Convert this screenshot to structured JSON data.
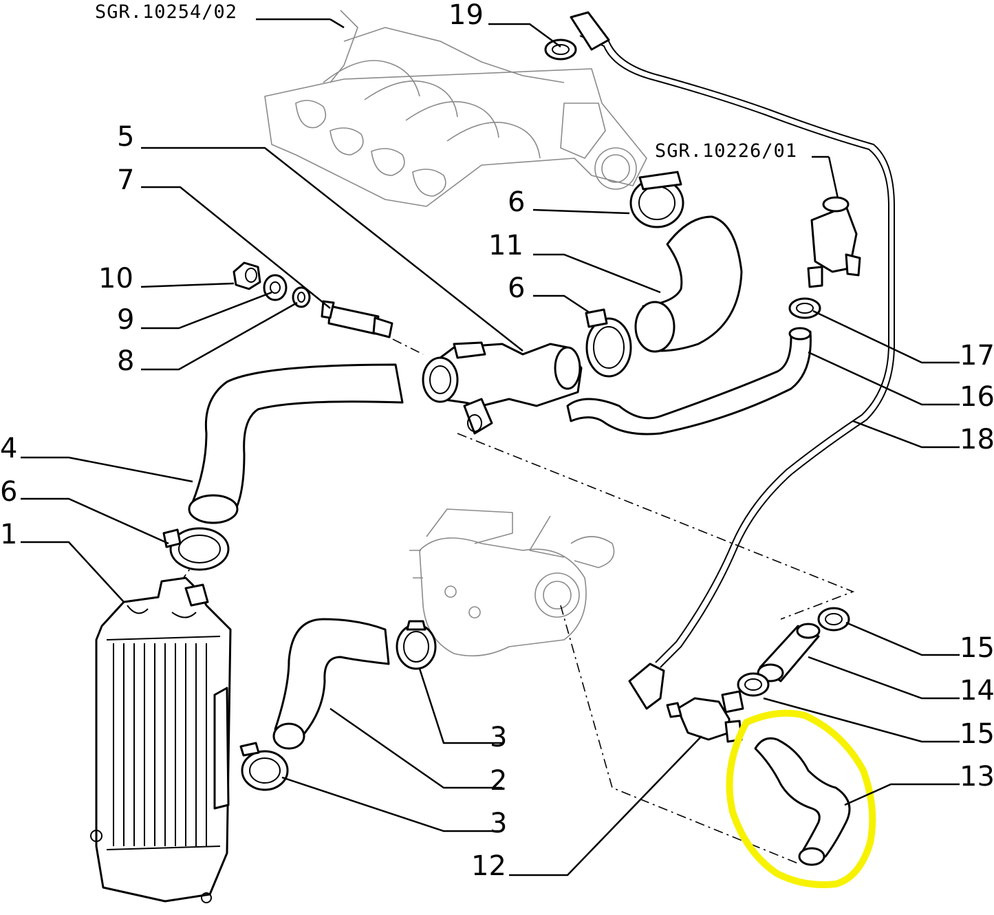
{
  "references": {
    "manifold": "SGR.10254/02",
    "valve": "SGR.10226/01"
  },
  "callouts": {
    "c1": "1",
    "c2": "2",
    "c3a": "3",
    "c3b": "3",
    "c4": "4",
    "c5": "5",
    "c6a": "6",
    "c6b": "6",
    "c6c": "6",
    "c7": "7",
    "c8": "8",
    "c9": "9",
    "c10": "10",
    "c11": "11",
    "c12": "12",
    "c13": "13",
    "c14": "14",
    "c15a": "15",
    "c15b": "15",
    "c16": "16",
    "c17": "17",
    "c18": "18",
    "c19": "19"
  },
  "colors": {
    "line": "#000000",
    "background": "#ffffff",
    "ghost_part": "#8a8a8a",
    "highlight": "#f7f200"
  },
  "highlighted_part": "13"
}
